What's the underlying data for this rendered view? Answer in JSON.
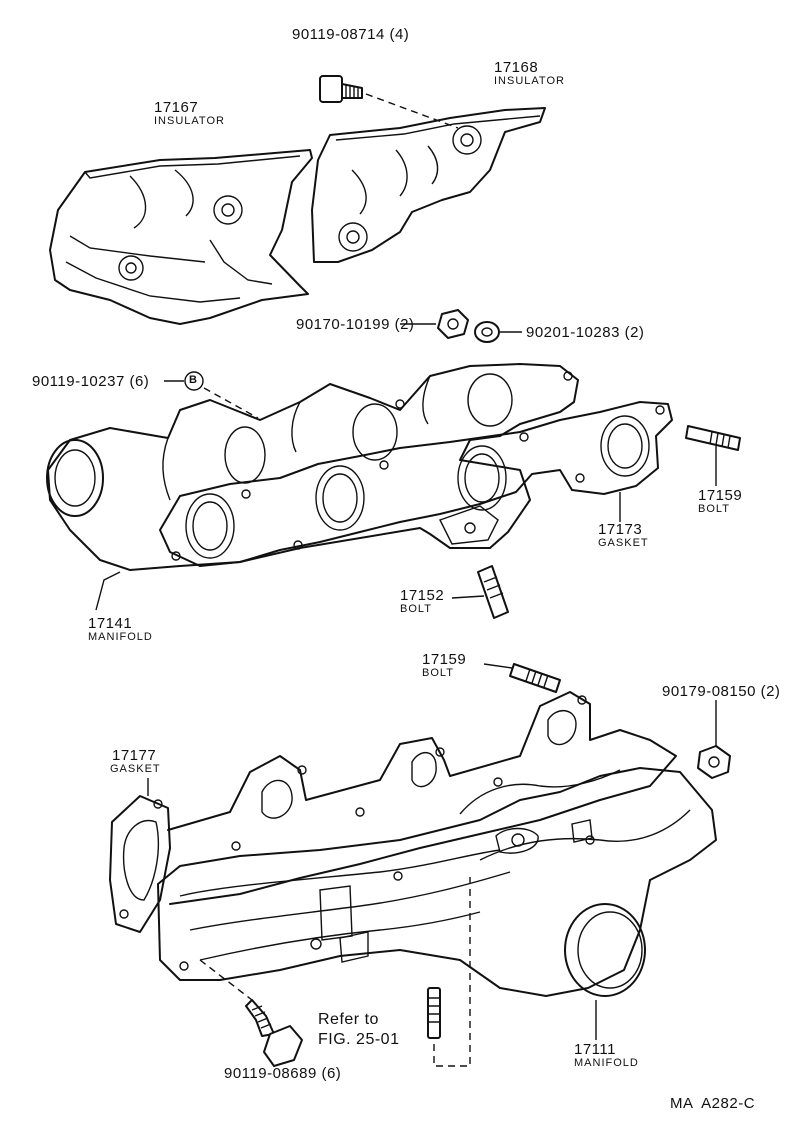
{
  "parts": {
    "bolt_insulator": {
      "number": "90119-08714 (4)"
    },
    "insulator_right": {
      "number": "17168",
      "name": "INSULATOR"
    },
    "insulator_left": {
      "number": "17167",
      "name": "INSULATOR"
    },
    "nut_upper": {
      "number": "90170-10199 (2)"
    },
    "washer_upper": {
      "number": "90201-10283 (2)"
    },
    "bolt_manifold": {
      "number": "90119-10237 (6)",
      "marker": "B"
    },
    "stud_right": {
      "number": "17159",
      "name": "BOLT"
    },
    "gasket_exhaust": {
      "number": "17173",
      "name": "GASKET"
    },
    "stud_center": {
      "number": "17152",
      "name": "BOLT"
    },
    "exhaust_manifold": {
      "number": "17141",
      "name": "MANIFOLD"
    },
    "stud_intake": {
      "number": "17159",
      "name": "BOLT"
    },
    "nut_intake": {
      "number": "90179-08150 (2)"
    },
    "gasket_intake": {
      "number": "17177",
      "name": "GASKET"
    },
    "bolt_intake": {
      "number": "90119-08689 (6)"
    },
    "intake_manifold": {
      "number": "17111",
      "name": "MANIFOLD"
    }
  },
  "reference": {
    "line1": "Refer to",
    "line2": "FIG. 25-01"
  },
  "drawing_code": "MA  A282-C"
}
